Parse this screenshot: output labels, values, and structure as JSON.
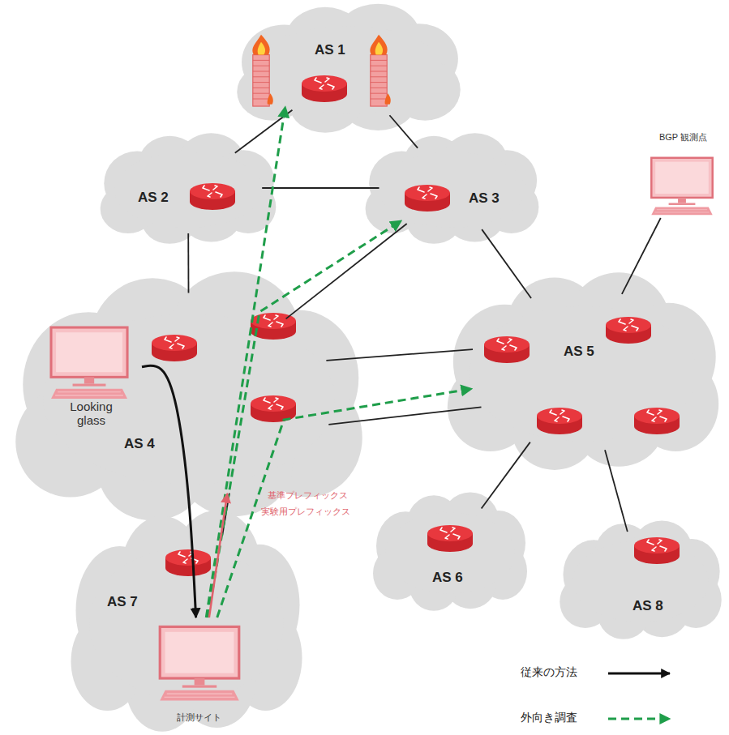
{
  "diagram": {
    "nodes": [
      {
        "text": [
          "AS 1"
        ]
      },
      {
        "text": [
          "AS 2"
        ]
      },
      {
        "text": [
          "AS 3"
        ]
      },
      {
        "text": [
          "BGP 観測点"
        ]
      },
      {
        "text": [
          "AS 4"
        ]
      },
      {
        "text": [
          "Looking glass"
        ],
        "in": 4
      },
      {
        "text": [
          "AS 5"
        ]
      },
      {
        "text": [
          "AS 7"
        ]
      },
      {
        "text": [
          "計測サイト"
        ],
        "in": 7
      },
      {
        "text": [
          "AS 6"
        ]
      },
      {
        "text": [
          "AS 8"
        ]
      }
    ],
    "edges": [
      {
        "from": 0,
        "to": 1,
        "arrow": "none"
      },
      {
        "from": 0,
        "to": 2,
        "arrow": "none"
      },
      {
        "from": 1,
        "to": 2,
        "arrow": "none"
      },
      {
        "from": 1,
        "to": 4,
        "arrow": "none"
      },
      {
        "from": 4,
        "to": 2,
        "arrow": "none"
      },
      {
        "from": 2,
        "to": 6,
        "arrow": "none"
      },
      {
        "from": 4,
        "to": 6,
        "arrow": "none"
      },
      {
        "from": 4,
        "to": 6,
        "arrow": "none"
      },
      {
        "from": 4,
        "to": 7,
        "arrow": "none"
      },
      {
        "from": 6,
        "to": 9,
        "arrow": "none"
      },
      {
        "from": 6,
        "to": 10,
        "arrow": "none"
      },
      {
        "from": 6,
        "to": 3,
        "arrow": "none"
      },
      {
        "from": 5,
        "to": 8,
        "arrow": "to"
      },
      {
        "from": 8,
        "to": 0,
        "arrow": "to"
      },
      {
        "from": 8,
        "to": 2,
        "arrow": "to"
      },
      {
        "from": 8,
        "to": 6,
        "arrow": "to"
      },
      {
        "from": 8,
        "to": 4,
        "arrow": "to"
      }
    ],
    "labels": [
      "基準プレフィックス",
      "実験用プレフィックス"
    ],
    "legend": [
      {
        "text": "従来の方法"
      },
      {
        "text": "外向き調査"
      }
    ]
  }
}
